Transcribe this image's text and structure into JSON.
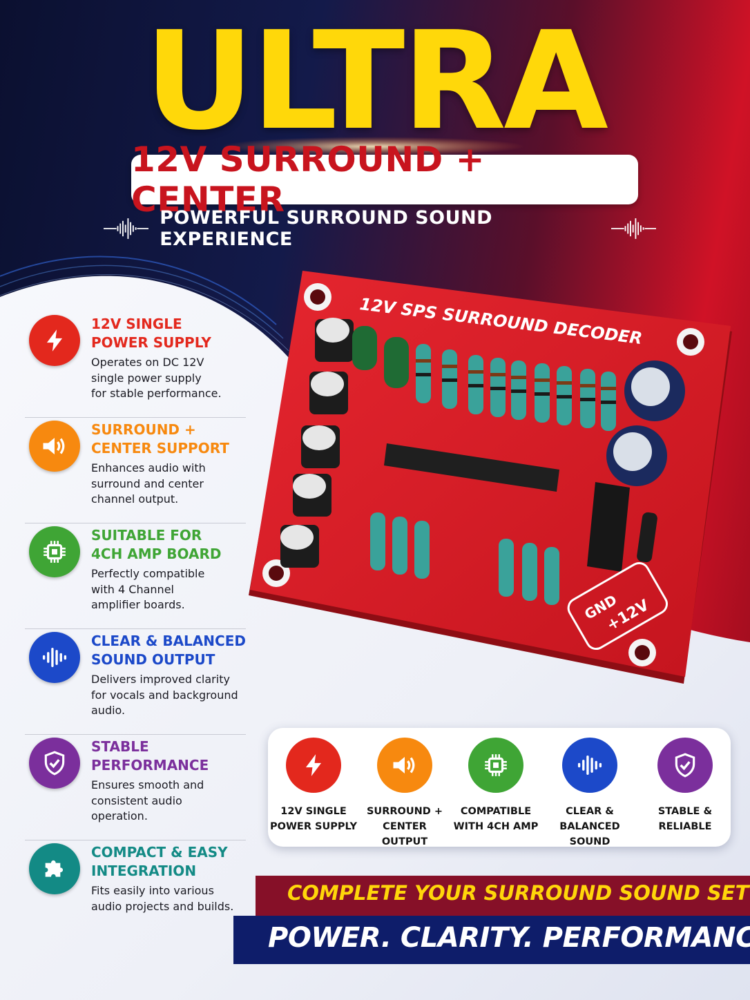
{
  "hero": {
    "title": "ULTRA",
    "subtitle": "12V SURROUND + CENTER",
    "tagline": "POWERFUL SURROUND SOUND EXPERIENCE"
  },
  "board": {
    "silkscreen_title": "12V SPS SURROUND DECODER",
    "gnd_label": "GND",
    "v12_label": "+12V"
  },
  "features": [
    {
      "icon": "bolt-icon",
      "color": "#e3281d",
      "title_line1": "12V SINGLE",
      "title_line2": "POWER SUPPLY",
      "desc_line1": "Operates on DC 12V",
      "desc_line2": "single power supply",
      "desc_line3": "for stable performance."
    },
    {
      "icon": "speaker-icon",
      "color": "#f7890f",
      "title_line1": "SURROUND +",
      "title_line2": "CENTER SUPPORT",
      "desc_line1": "Enhances audio with",
      "desc_line2": "surround and center",
      "desc_line3": "channel output."
    },
    {
      "icon": "chip-icon",
      "color": "#3fa535",
      "title_line1": "SUITABLE FOR",
      "title_line2": "4CH AMP BOARD",
      "desc_line1": "Perfectly compatible",
      "desc_line2": "with 4 Channel",
      "desc_line3": "amplifier boards."
    },
    {
      "icon": "soundwave-icon",
      "color": "#1c49c9",
      "title_line1": "CLEAR & BALANCED",
      "title_line2": "SOUND OUTPUT",
      "desc_line1": "Delivers improved clarity",
      "desc_line2": "for vocals and background",
      "desc_line3": "audio."
    },
    {
      "icon": "shield-check-icon",
      "color": "#7b2f9c",
      "title_line1": "STABLE",
      "title_line2": "PERFORMANCE",
      "desc_line1": "Ensures smooth and",
      "desc_line2": "consistent audio",
      "desc_line3": "operation."
    },
    {
      "icon": "puzzle-icon",
      "color": "#138a85",
      "title_line1": "COMPACT & EASY",
      "title_line2": "INTEGRATION",
      "desc_line1": "Fits easily into various",
      "desc_line2": "audio projects and builds.",
      "desc_line3": ""
    }
  ],
  "icon_bar": [
    {
      "icon": "bolt-icon",
      "color": "#e3281d",
      "line1": "12V SINGLE",
      "line2": "POWER SUPPLY"
    },
    {
      "icon": "speaker-icon",
      "color": "#f7890f",
      "line1": "SURROUND +",
      "line2": "CENTER OUTPUT"
    },
    {
      "icon": "chip-icon",
      "color": "#3fa535",
      "line1": "COMPATIBLE",
      "line2": "WITH 4CH AMP"
    },
    {
      "icon": "soundwave-icon",
      "color": "#1c49c9",
      "line1": "CLEAR &",
      "line2": "BALANCED SOUND"
    },
    {
      "icon": "shield-check-icon",
      "color": "#7b2f9c",
      "line1": "STABLE &",
      "line2": "RELIABLE"
    }
  ],
  "banner": {
    "top": "COMPLETE YOUR SURROUND SOUND SETUP",
    "bottom": "POWER. CLARITY. PERFORMANCE."
  },
  "colors": {
    "title_yellow": "#ffd80a",
    "subtitle_red": "#c8141e",
    "banner_maroon": "#861028",
    "banner_navy": "#0e1d6a",
    "pcb_red": "#d9202a"
  }
}
